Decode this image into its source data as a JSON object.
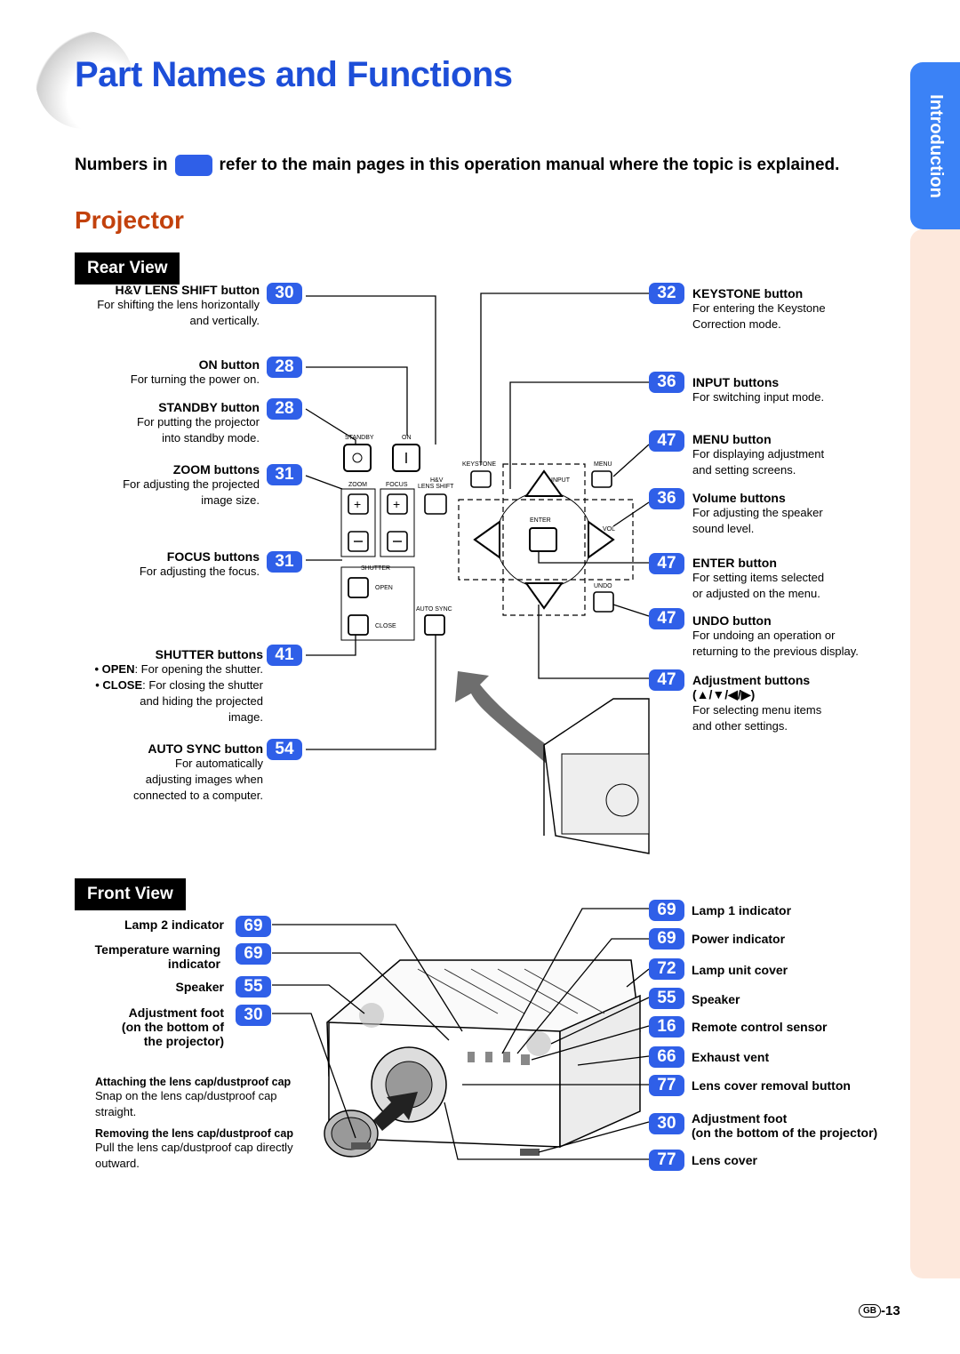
{
  "page_title": "Part Names and Functions",
  "side_tab": "Introduction",
  "intro": {
    "before": "Numbers in",
    "after": "refer to the main pages in this operation manual where the topic is explained."
  },
  "section_title": "Projector",
  "rear_view": {
    "badge": "Rear View",
    "left": [
      {
        "label": "H&V LENS SHIFT button",
        "page": "30",
        "desc": [
          "For shifting the lens horizontally",
          "and vertically."
        ]
      },
      {
        "label": "ON button",
        "page": "28",
        "desc": [
          "For turning the power on."
        ]
      },
      {
        "label": "STANDBY button",
        "page": "28",
        "desc": [
          "For putting the projector",
          "into standby mode."
        ]
      },
      {
        "label": "ZOOM buttons",
        "page": "31",
        "desc": [
          "For adjusting the projected",
          "image size."
        ]
      },
      {
        "label": "FOCUS buttons",
        "page": "31",
        "desc": [
          "For adjusting the focus."
        ]
      },
      {
        "label": "SHUTTER buttons",
        "page": "41",
        "desc": []
      },
      {
        "label": "AUTO SYNC button",
        "page": "54",
        "desc": [
          "For automatically",
          "adjusting images when",
          "connected to a computer."
        ]
      }
    ],
    "shutter_desc": {
      "open_term": "OPEN",
      "open_text": ": For opening the shutter.",
      "close_term": "CLOSE",
      "close_text": ": For closing the shutter",
      "close_more": [
        "and hiding the projected",
        "image."
      ]
    },
    "right": [
      {
        "label": "KEYSTONE button",
        "page": "32",
        "desc": [
          "For entering the Keystone",
          "Correction mode."
        ]
      },
      {
        "label": "INPUT buttons",
        "page": "36",
        "desc": [
          "For switching input mode."
        ]
      },
      {
        "label": "MENU button",
        "page": "47",
        "desc": [
          "For displaying adjustment",
          "and setting screens."
        ]
      },
      {
        "label": "Volume buttons",
        "page": "36",
        "desc": [
          "For adjusting the speaker",
          "sound level."
        ]
      },
      {
        "label": "ENTER button",
        "page": "47",
        "desc": [
          "For setting items selected",
          "or adjusted on the menu."
        ]
      },
      {
        "label": "UNDO button",
        "page": "47",
        "desc": [
          "For undoing an operation or",
          "returning to the previous display."
        ]
      },
      {
        "label": "Adjustment buttons",
        "label2": "(▲/▼/◀/▶)",
        "page": "47",
        "desc": [
          "For selecting menu items",
          "and other settings."
        ]
      }
    ],
    "panel": {
      "standby": "STANDBY",
      "on": "ON",
      "zoom": "ZOOM",
      "focus": "FOCUS",
      "hv": "H&V",
      "lens_shift": "LENS SHIFT",
      "shutter": "SHUTTER",
      "open": "OPEN",
      "close": "CLOSE",
      "auto_sync": "AUTO SYNC",
      "keystone": "KEYSTONE",
      "menu": "MENU",
      "input": "INPUT",
      "enter": "ENTER",
      "vol": "VOL",
      "undo": "UNDO"
    }
  },
  "front_view": {
    "badge": "Front View",
    "left": [
      {
        "label": "Lamp 2 indicator",
        "page": "69"
      },
      {
        "label": "Temperature warning indicator",
        "label_lines": [
          "Temperature warning",
          "indicator"
        ],
        "page": "69"
      },
      {
        "label": "Speaker",
        "page": "55"
      },
      {
        "label_lines": [
          "Adjustment foot",
          "(on the bottom of",
          "the projector)"
        ],
        "page": "30"
      }
    ],
    "lens_cap": {
      "attach_title": "Attaching the lens cap/dustproof cap",
      "attach_text": [
        "Snap on the lens cap/dustproof cap",
        "straight."
      ],
      "remove_title": "Removing the lens cap/dustproof cap",
      "remove_text": [
        "Pull the lens cap/dustproof cap directly",
        "outward."
      ]
    },
    "right": [
      {
        "label": "Lamp 1 indicator",
        "page": "69"
      },
      {
        "label": "Power indicator",
        "page": "69"
      },
      {
        "label": "Lamp unit cover",
        "page": "72"
      },
      {
        "label": "Speaker",
        "page": "55"
      },
      {
        "label": "Remote control sensor",
        "page": "16"
      },
      {
        "label": "Exhaust vent",
        "page": "66"
      },
      {
        "label": "Lens cover removal button",
        "page": "77"
      },
      {
        "label_lines": [
          "Adjustment foot",
          "(on the bottom of the projector)"
        ],
        "page": "30"
      },
      {
        "label": "Lens cover",
        "page": "77"
      }
    ]
  },
  "footer": {
    "region": "GB",
    "page": "-13"
  }
}
